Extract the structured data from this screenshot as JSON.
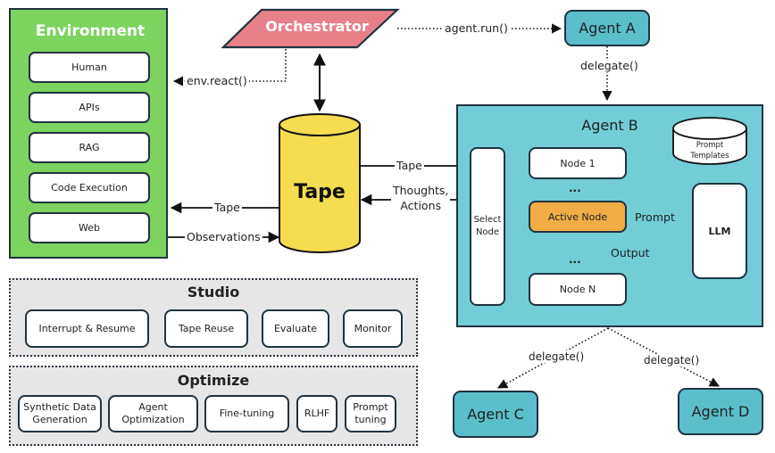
{
  "environment": {
    "title": "Environment",
    "items": [
      "Human",
      "APIs",
      "RAG",
      "Code Execution",
      "Web"
    ]
  },
  "orchestrator": {
    "label": "Orchestrator"
  },
  "tape": {
    "label": "Tape"
  },
  "edges": {
    "env_react": "env.react()",
    "agent_run": "agent.run()",
    "delegate_a_b": "delegate()",
    "tape_to_env": "Tape",
    "observations": "Observations",
    "tape_to_agent": "Tape",
    "thoughts_actions_1": "Thoughts,",
    "thoughts_actions_2": "Actions",
    "prompt": "Prompt",
    "output": "Output",
    "delegate_b_c": "delegate()",
    "delegate_b_d": "delegate()"
  },
  "agents": {
    "a": "Agent A",
    "b": "Agent B",
    "c": "Agent C",
    "d": "Agent D"
  },
  "agent_b": {
    "select_node_1": "Select",
    "select_node_2": "Node",
    "node_1": "Node 1",
    "active_node": "Active Node",
    "node_n": "Node N",
    "ellipsis": "...",
    "llm": "LLM",
    "prompt_templates_1": "Prompt",
    "prompt_templates_2": "Templates"
  },
  "studio": {
    "title": "Studio",
    "items": [
      "Interrupt & Resume",
      "Tape Reuse",
      "Evaluate",
      "Monitor"
    ]
  },
  "optimize": {
    "title": "Optimize",
    "items": [
      [
        "Synthetic Data",
        "Generation"
      ],
      [
        "Agent",
        "Optimization"
      ],
      [
        "Fine-tuning"
      ],
      [
        "RLHF"
      ],
      [
        "Prompt",
        "tuning"
      ]
    ]
  },
  "colors": {
    "environment": "#7dd35f",
    "orchestrator": "#e8808a",
    "tape": "#f5dc50",
    "agent": "#5bbecb",
    "agent_b_bg": "#72cdd6",
    "active_node": "#f0ad45",
    "panel": "#e6e6e6",
    "stroke": "#1f3340"
  }
}
